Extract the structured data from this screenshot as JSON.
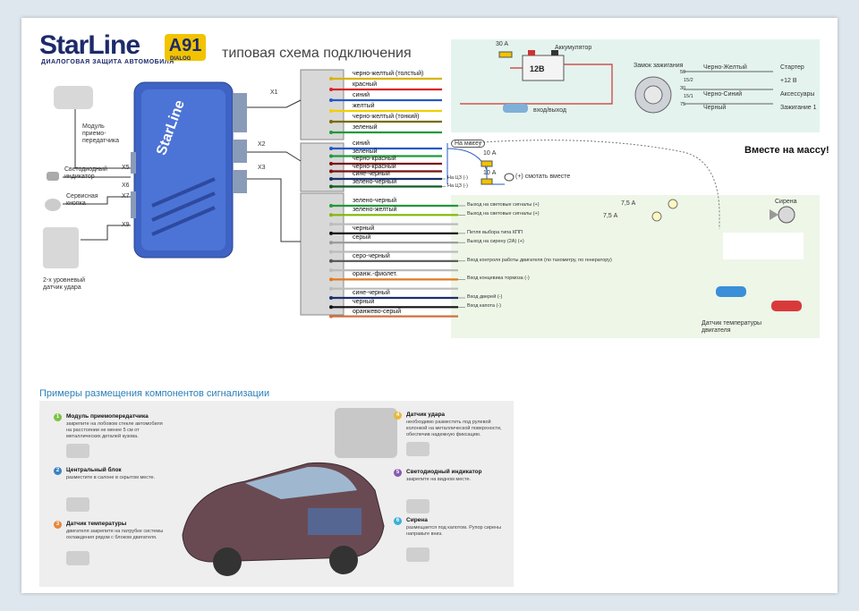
{
  "brand": {
    "name": "StarLine",
    "tagline": "ДИАЛОГОВАЯ ЗАЩИТА АВТОМОБИЛЯ",
    "model": "A91",
    "model_sub": "DIALOG"
  },
  "title": "типовая схема подключения",
  "unit_label": "StarLine",
  "connectors": {
    "x1": "X1",
    "x2": "X2",
    "x3": "X3",
    "x5": "X5",
    "x6": "X6",
    "x7": "X7",
    "x9": "X9"
  },
  "peripherals": {
    "transceiver": "Модуль приемо-передатчика",
    "led": "Светодиодный индикатор",
    "service_button": "Сервисная кнопка",
    "shock_sensor": "2-х уровневый датчик удара"
  },
  "battery": {
    "fuse": "30 A",
    "label": "Аккумулятор",
    "voltage": "12В"
  },
  "ignition": {
    "label": "Замок зажигания",
    "terminals": [
      "50",
      "15/2",
      "30",
      "15/1",
      "75"
    ],
    "outputs": [
      {
        "wire": "Черно-Желтый",
        "target": "Стартер"
      },
      {
        "wire": "",
        "target": "+12 В"
      },
      {
        "wire": "Черно-Синий",
        "target": "Аксессуары"
      },
      {
        "wire": "Черный",
        "target": "Зажигание 1"
      }
    ]
  },
  "entry_label": "вход/выход",
  "x1_wires": [
    {
      "label": "черно-желтый (толстый)",
      "color": "#d8b400"
    },
    {
      "label": "красный",
      "color": "#d8232a"
    },
    {
      "label": "синий",
      "color": "#2458c8"
    },
    {
      "label": "желтый",
      "color": "#f2d000"
    },
    {
      "label": "черно-желтый (тонкий)",
      "color": "#7a6a00"
    },
    {
      "label": "зеленый",
      "color": "#1f9a3a"
    }
  ],
  "x2_wires": [
    {
      "label": "синий",
      "color": "#2458c8"
    },
    {
      "label": "зеленый",
      "color": "#1f9a3a"
    },
    {
      "label": "черно-красный",
      "color": "#7a1010"
    },
    {
      "label": "черно-красный",
      "color": "#7a1010"
    },
    {
      "label": "сине-черный",
      "color": "#1c2f6e",
      "target": "На ЦЗ (-)"
    },
    {
      "label": "зелено-черный",
      "color": "#125a26",
      "target": "На ЦЗ (-)"
    }
  ],
  "x2_extra": {
    "mass": "На массу",
    "fuse1": "10 А",
    "fuse2": "10 А",
    "see_below": "(+) смотать вместе"
  },
  "mass_note": "Вместе на массу!",
  "x3_wires": [
    {
      "label": "зелено-черный",
      "color": "#1f9a3a",
      "target": "Выход на световые сигналы (+)"
    },
    {
      "label": "зелено-желтый",
      "color": "#7fb800",
      "target": "Выход на световые сигналы (+)"
    },
    {
      "label": "",
      "color": "#bbbbbb",
      "target": ""
    },
    {
      "label": "черный",
      "color": "#111111",
      "target": "Петля выбора типа КПП"
    },
    {
      "label": "серый",
      "color": "#999999",
      "target": "Выход на сирену (2А) (+)"
    },
    {
      "label": "",
      "color": "#bbbbbb",
      "target": ""
    },
    {
      "label": "серо-черный",
      "color": "#555555",
      "target": "Вход контроля работы двигателя (по тахометру, по генератору)"
    },
    {
      "label": "",
      "color": "#bbbbbb",
      "target": ""
    },
    {
      "label": "оранж.-фиолет.",
      "color": "#e07a20",
      "target": "Вход концевика тормоза (-)"
    },
    {
      "label": "",
      "color": "#bbbbbb",
      "target": ""
    },
    {
      "label": "сине-черный",
      "color": "#1c2f6e",
      "target": "Вход дверей (-)"
    },
    {
      "label": "черный",
      "color": "#111111",
      "target": "Вход капота (-)"
    },
    {
      "label": "оранжево-серый",
      "color": "#d07040",
      "target": ""
    }
  ],
  "lamps": {
    "fuse1": "7,5 А",
    "fuse2": "7,5 А"
  },
  "siren": "Сирена",
  "temp_sensor": "Датчик температуры двигателя",
  "examples_title": "Примеры размещения компонентов сигнализации",
  "examples": [
    {
      "num": "1",
      "color": "#7cc242",
      "title": "Модуль приемопередатчика",
      "text": "закрепите на лобовом стекле автомобиля на расстоянии не менее 5 см от металлических деталей кузова."
    },
    {
      "num": "2",
      "color": "#3b82c4",
      "title": "Центральный блок",
      "text": "разместите в салоне в скрытом месте."
    },
    {
      "num": "3",
      "color": "#e8873a",
      "title": "Датчик температуры",
      "text": "двигателя закрепите на патрубке системы охлаждения рядом с блоком двигателя."
    },
    {
      "num": "4",
      "color": "#e8b83a",
      "title": "Датчик удара",
      "text": "необходимо разместить под рулевой колонкой на металлической поверхности, обеспечив надежную фиксацию."
    },
    {
      "num": "5",
      "color": "#8a5ab0",
      "title": "Светодиодный индикатор",
      "text": "закрепите на видном месте."
    },
    {
      "num": "6",
      "color": "#3ab0d8",
      "title": "Сирена",
      "text": "размещается под капотом. Рупор сирены направьте вниз."
    }
  ],
  "colors": {
    "accent": "#2a7fb8",
    "unit": "#3e63c4",
    "panel": "#e4f3ee"
  }
}
